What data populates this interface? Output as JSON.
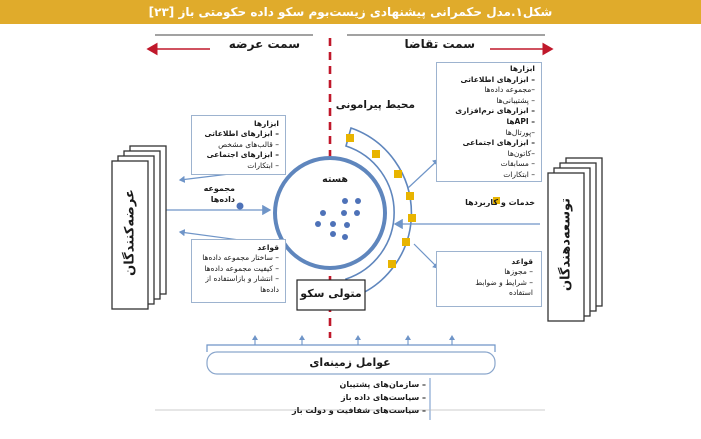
{
  "title": "شکل۱.مدل حکمرانی پیشنهادی زیست‌بوم سکو داده حکومتی باز [۲۳]",
  "supply_side": "سمت عرضه",
  "demand_side": "سمت تقاضا",
  "perimeter": "محیط پیرامونی",
  "core": "هسته",
  "platform_custodian": "متولی سکو",
  "suppliers": "عرضه‌کنندگان",
  "developers": "توسعه‌دهندگان",
  "datasets_label": [
    "مجموعه",
    "داده‌ها"
  ],
  "services_label": "خدمات و کاربردها",
  "contextual_factors": "عوامل زمینه‌ای",
  "left_tools": {
    "items": [
      {
        "text": "ابزارها",
        "bold": true
      },
      {
        "text": "– ابزارهای اطلاعاتی",
        "bold": true
      },
      {
        "text": "– قالب‌های مشخص",
        "bold": false
      },
      {
        "text": "– ابزارهای اجتماعی",
        "bold": true
      },
      {
        "text": "– ابتکارات",
        "bold": false
      }
    ]
  },
  "left_rules": {
    "items": [
      {
        "text": "قواعد",
        "bold": true
      },
      {
        "text": "– ساختار مجموعه داده‌ها",
        "bold": false
      },
      {
        "text": "– کیفیت مجموعه داده‌ها",
        "bold": false
      },
      {
        "text": "– انتشار و بازاستفاده از",
        "bold": false
      },
      {
        "text": "داده‌ها",
        "bold": false
      }
    ]
  },
  "right_tools": {
    "items": [
      {
        "text": "ابزارها",
        "bold": true
      },
      {
        "text": "– ابزارهای اطلاعاتی",
        "bold": true
      },
      {
        "text": "–مجموعه داده‌ها",
        "bold": false
      },
      {
        "text": "– پشتیبانی‌ها",
        "bold": false
      },
      {
        "text": "– ابزارهای نرم‌افزاری",
        "bold": true
      },
      {
        "text": "– APIها",
        "bold": true
      },
      {
        "text": "–پورتال‌ها",
        "bold": false
      },
      {
        "text": "– ابزارهای اجتماعی",
        "bold": true
      },
      {
        "text": "–کاتون‌ها",
        "bold": false
      },
      {
        "text": "– مسابقات",
        "bold": false
      },
      {
        "text": "– ابتکارات",
        "bold": false
      }
    ]
  },
  "right_rules": {
    "items": [
      {
        "text": "قواعد",
        "bold": true
      },
      {
        "text": "– مجوزها",
        "bold": false
      },
      {
        "text": "– شرایط و ضوابط",
        "bold": false
      },
      {
        "text": "استفاده",
        "bold": false
      }
    ]
  },
  "contextual_list": [
    "– سازمان‌های پشتیبان",
    "– سیاست‌های داده باز",
    "– سیاست‌های شفافیت و دولت باز"
  ],
  "colors": {
    "title_bar": "#e0ab2b",
    "arrow_red": "#c0182b",
    "dot_blue": "#4e72b8",
    "square_gold": "#e8b400",
    "line_blue": "#6f95c8"
  }
}
